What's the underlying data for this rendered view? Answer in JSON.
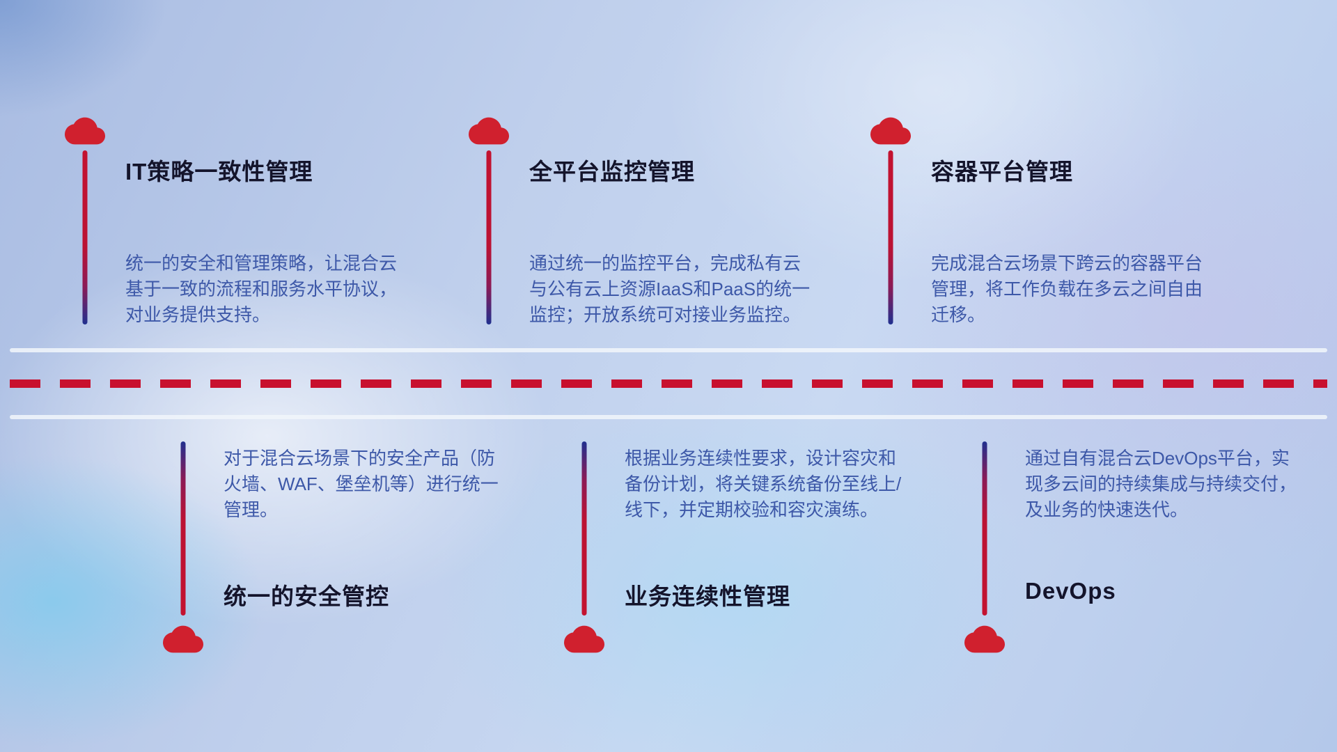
{
  "features_top": [
    {
      "title": "IT策略一致性管理",
      "description": "统一的安全和管理策略，让混合云基于一致的流程和服务水平协议，对业务提供支持。"
    },
    {
      "title": "全平台监控管理",
      "description": "通过统一的监控平台，完成私有云与公有云上资源IaaS和PaaS的统一监控；开放系统可对接业务监控。"
    },
    {
      "title": "容器平台管理",
      "description": "完成混合云场景下跨云的容器平台管理，将工作负载在多云之间自由迁移。"
    }
  ],
  "features_bottom": [
    {
      "title": "统一的安全管控",
      "description": "对于混合云场景下的安全产品（防火墙、WAF、堡垒机等）进行统一管理。"
    },
    {
      "title": "业务连续性管理",
      "description": "根据业务连续性要求，设计容灾和备份计划，将关键系统备份至线上/线下，并定期校验和容灾演练。"
    },
    {
      "title": "DevOps",
      "description": "通过自有混合云DevOps平台，实现多云间的持续集成与持续交付，及业务的快速迭代。"
    }
  ],
  "colors": {
    "cloud_red": "#d0202e",
    "dash_red": "#c8102e",
    "title_text": "#14142b",
    "description_text": "#3d58a8"
  }
}
